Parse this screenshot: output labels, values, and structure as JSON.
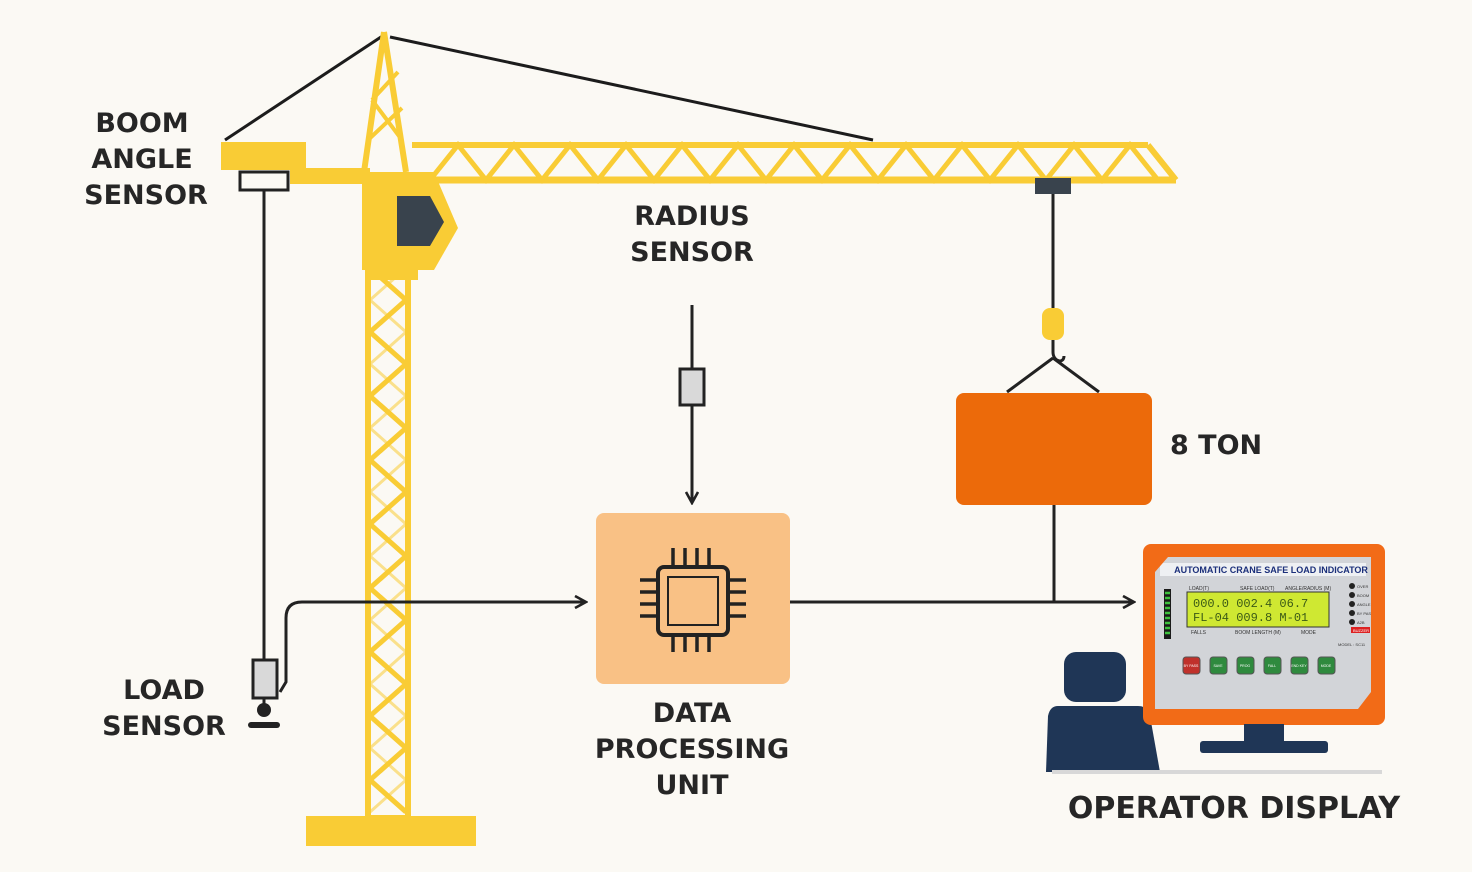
{
  "labels": {
    "boom_angle": [
      "BOOM",
      "ANGLE",
      "SENSOR"
    ],
    "radius": [
      "RADIUS",
      "SENSOR"
    ],
    "load": [
      "LOAD",
      "SENSOR"
    ],
    "dpu": [
      "DATA",
      "PROCESSING",
      "UNIT"
    ],
    "weight": "8 TON",
    "operator": "OPERATOR DISPLAY"
  },
  "monitor": {
    "title": "AUTOMATIC CRANE SAFE LOAD INDICATOR",
    "col_headers": [
      "LOAD(T)",
      "SAFE LOAD(T)",
      "ANGLE/RADIUS (M)"
    ],
    "lcd_row1": "000.0  002.4  06.7",
    "lcd_row2": "FL-04  009.8  M-01",
    "sub_headers": [
      "FALLS",
      "BOOM LENGTH (M)",
      "MODE"
    ],
    "indicators": [
      "OVER",
      "BOOM",
      "ANGLE",
      "BY PAS",
      "A2B"
    ],
    "red_tag": "BUZZER",
    "model": "MODEL : SC11",
    "buttons": [
      "BY PASS",
      "SAVE",
      "PROG",
      "FALL",
      "END KEY",
      "MODE"
    ]
  },
  "colors": {
    "crane_yellow": "#f9cc35",
    "load_orange": "#ec6a0a",
    "dpu_fill": "#f9c185",
    "monitor_orange": "#f26b17",
    "seat_navy": "#1f3656",
    "line": "#222222"
  }
}
